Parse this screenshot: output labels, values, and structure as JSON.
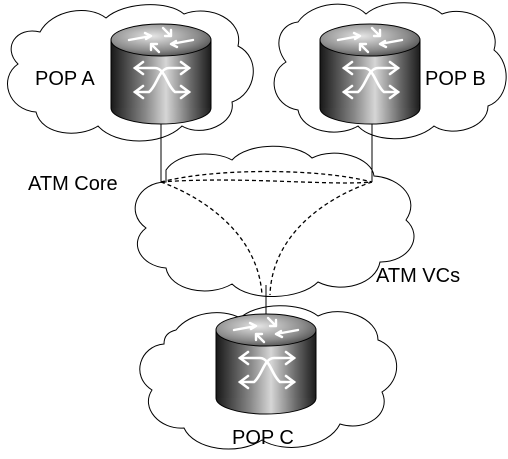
{
  "labels": {
    "pop_a": "POP A",
    "pop_b": "POP B",
    "pop_c": "POP C",
    "atm_core": "ATM Core",
    "atm_vcs": "ATM VCs"
  },
  "icons": {
    "router": "router-icon",
    "cloud": "cloud-icon"
  },
  "colors": {
    "stroke": "#000000",
    "background": "#ffffff"
  }
}
